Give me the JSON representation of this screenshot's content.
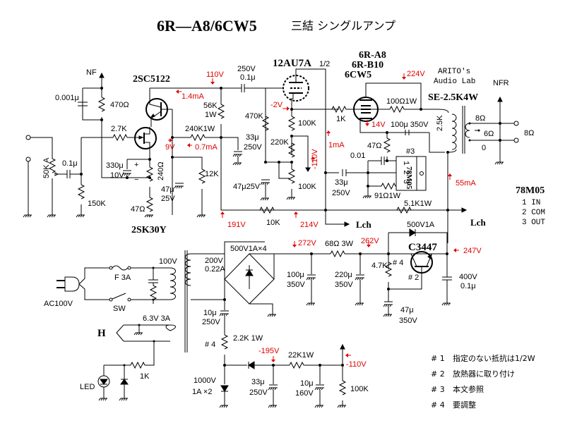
{
  "title": {
    "main": "6R―A8/6CW5",
    "sub": "三結 シングルアンプ"
  },
  "devices": {
    "q1": "2SC5122",
    "q2": "2SK30Y",
    "v1": "12AU7A",
    "v1_half": "1/2",
    "v2_a": "6R-A8",
    "v2_b": "6R-B10",
    "v2_c": "6CW5",
    "opt_maker": "ARITO's",
    "opt_maker2": "Audio Lab",
    "opt_model": "SE-2.5K4W",
    "reg_q": "C3447",
    "reg_ic": "78M05"
  },
  "labels": {
    "nf": "NF",
    "nfr": "NFR",
    "c_nf": "0.001μ",
    "r_nf": "470Ω",
    "r_gate": "2.7K",
    "vol": "50K A",
    "c_in": "0.1μ",
    "r_150k": "150K",
    "c_330": "330μ",
    "c_330v": "10V",
    "r_240": "240Ω",
    "r_47s": "47Ω",
    "c_47": "47μ",
    "c_47v": "25V",
    "r_12k": "12K",
    "r_240k": "240K1W",
    "r_56k": "56K",
    "r_56kw": "1W",
    "c_cpl_v": "250V",
    "c_cpl": "0.1μ",
    "r_470k": "470K",
    "c_33a": "33μ",
    "c_33av": "250V",
    "c_47b": "47μ25V",
    "r_100k_a": "100K",
    "r_220k": "220K",
    "r_100k_b": "100K",
    "r_1k": "1K",
    "r_100": "100Ω1W",
    "c_100": "100μ 350V",
    "r_47k": "47Ω",
    "c_001": "0.01",
    "note3": "#3",
    "c_33b": "33μ",
    "c_33bv": "250V",
    "r_91": "91Ω1W",
    "r_51k": "5.1K1W",
    "r_10k": "10K",
    "lch1": "Lch",
    "lch2": "Lch",
    "opt_pri": "2.5K",
    "tap8": "8Ω",
    "tap6": "6Ω",
    "tap0": "0",
    "out8": "8Ω",
    "d_500": "500V1A",
    "bridge": "500V1A×4",
    "pt_hv": "200V",
    "pt_hv_a": "0.22A",
    "pt_pri": "100V",
    "fuse": "F 3A",
    "sw": "SW",
    "ac": "AC100V",
    "heater": "6.3V  3A",
    "h": "H",
    "led": "LED",
    "r_led": "1K",
    "c_10a": "10μ",
    "c_10av": "250V",
    "n4a": "# 4",
    "r_22k": "2.2K  1W",
    "d_1000": "1000V",
    "d_1000a": "1A ×2",
    "r_68": "68Ω 3W",
    "c_100b": "100μ",
    "c_100bv": "350V",
    "c_220": "220μ",
    "c_220v": "350V",
    "r_47kk": "4.7K",
    "n4b": "# 4",
    "n2": "# 2",
    "c_47c": "47μ",
    "c_47cv": "350V",
    "c_400": "400V",
    "c_400b": "0.1μ",
    "c_33c": "33μ",
    "c_33cv": "250V",
    "r_22k1w": "22K1W",
    "c_10b": "10μ",
    "c_10bv": "160V",
    "r_100kc": "100K"
  },
  "measurements": {
    "v110": "110V",
    "i14": "1.4mA",
    "v9": "9V",
    "i07": "0.7mA",
    "vm2": "-2V",
    "vm110g": "-110V",
    "i1": "1mA",
    "v224": "224V",
    "v14": "14V",
    "i55": "55mA",
    "v191": "191V",
    "v214": "214V",
    "v272": "272V",
    "v262": "262V",
    "v247": "247V",
    "vm195": "-195V",
    "vm110": "-110V"
  },
  "regulator_legend": {
    "title": "78M05",
    "pins": [
      "1 IN",
      "2 COM",
      "3 OUT"
    ]
  },
  "notes": [
    {
      "mark": "# 1",
      "text": "指定のない抵抗は1/2W"
    },
    {
      "mark": "# 2",
      "text": "放熱器に取り付け"
    },
    {
      "mark": "# 3",
      "text": "本文参照"
    },
    {
      "mark": "# 4",
      "text": "要調整"
    }
  ],
  "colors": {
    "wire": "#000000",
    "measurement": "#e00000",
    "background": "#ffffff"
  }
}
